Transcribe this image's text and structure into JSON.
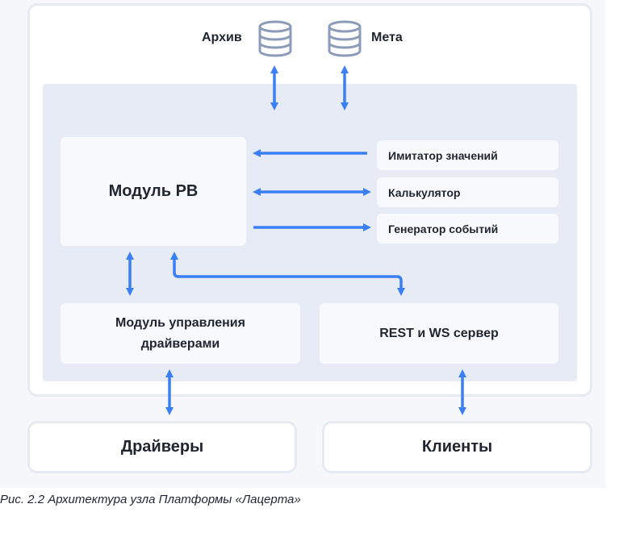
{
  "storage": {
    "archive_label": "Архив",
    "meta_label": "Мета"
  },
  "modules": {
    "pb_label": "Модуль РВ",
    "simulator_label": "Имитатор значений",
    "calculator_label": "Калькулятор",
    "event_generator_label": "Генератор событий",
    "driver_mgmt_label": "Модуль управления драйверами",
    "rest_ws_label": "REST и WS сервер"
  },
  "external": {
    "drivers_label": "Драйверы",
    "clients_label": "Клиенты"
  },
  "caption": "Рис. 2.2 Архитектура узла Платформы «Лацерта»",
  "icons": {
    "archive": "database-icon",
    "meta": "database-icon"
  },
  "colors": {
    "arrow": "#3b7ff5",
    "db_icon": "#8b9bb8",
    "panel": "#e6ebf6",
    "box": "#f8f9fc"
  }
}
